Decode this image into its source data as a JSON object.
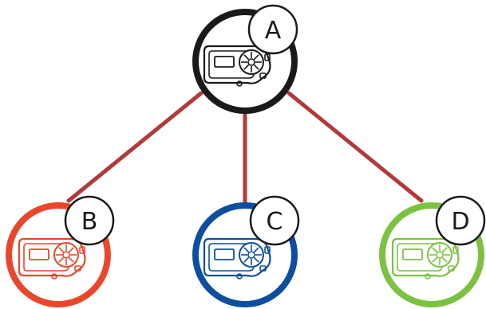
{
  "diagram": {
    "link_color": "#b23a3a",
    "hub": {
      "letter": "A",
      "color": "#1a1a1a",
      "device_icon": "headset-unit-icon"
    },
    "nodes": [
      {
        "letter": "B",
        "color": "#e8472b",
        "device_icon": "headset-unit-icon"
      },
      {
        "letter": "C",
        "color": "#0d4f9e",
        "device_icon": "headset-unit-icon"
      },
      {
        "letter": "D",
        "color": "#7cc242",
        "device_icon": "headset-unit-icon"
      }
    ]
  }
}
